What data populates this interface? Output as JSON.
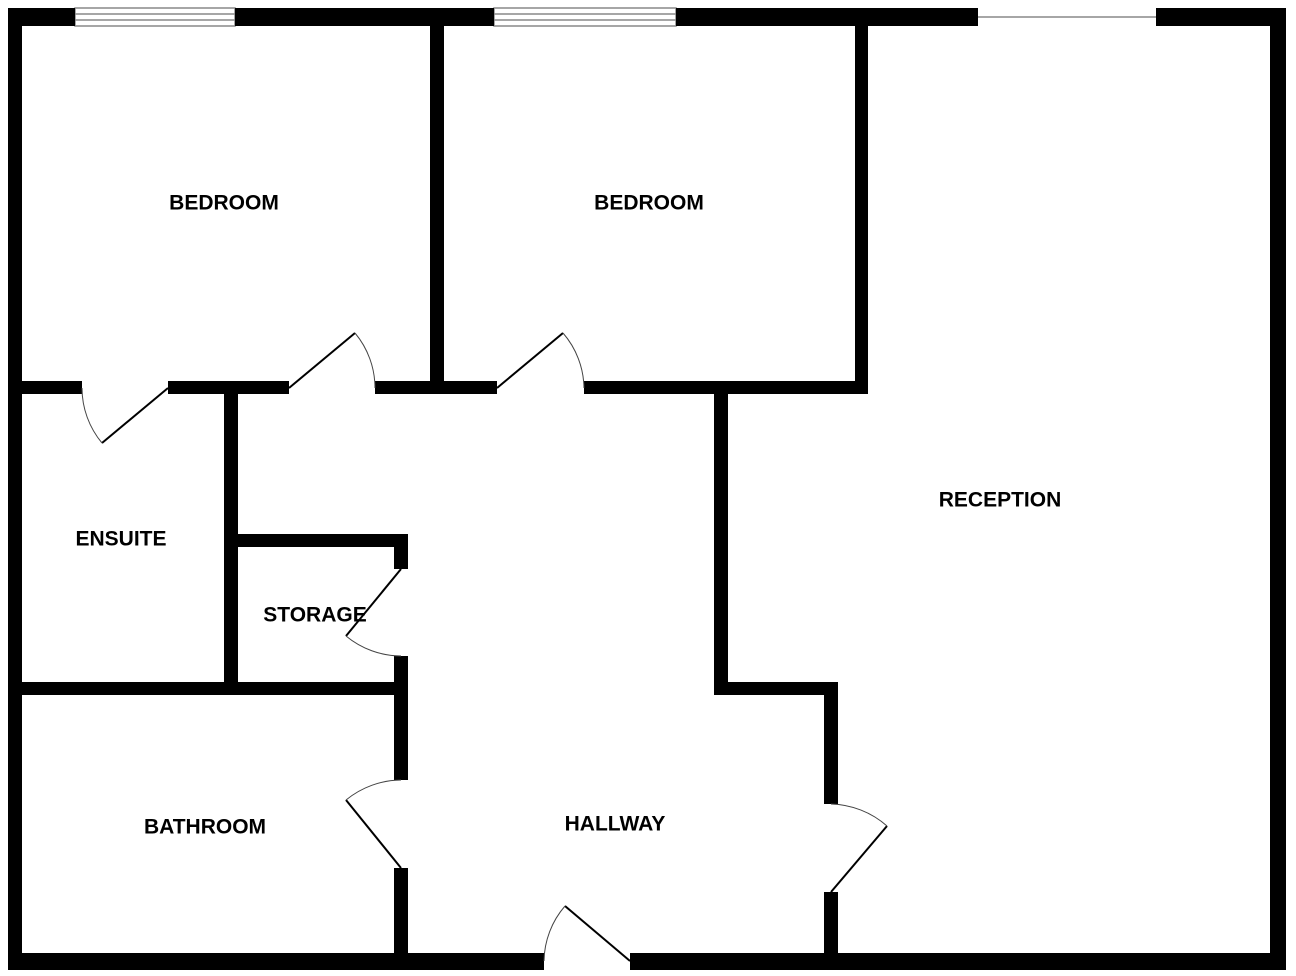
{
  "floorplan": {
    "colors": {
      "wall": "#000000",
      "background": "#ffffff",
      "door_swing": "#444444",
      "window": "#888888"
    },
    "rooms": {
      "bedroom_1": "BEDROOM",
      "bedroom_2": "BEDROOM",
      "reception": "RECEPTION",
      "ensuite": "ENSUITE",
      "storage": "STORAGE",
      "bathroom": "BATHROOM",
      "hallway": "HALLWAY"
    }
  }
}
